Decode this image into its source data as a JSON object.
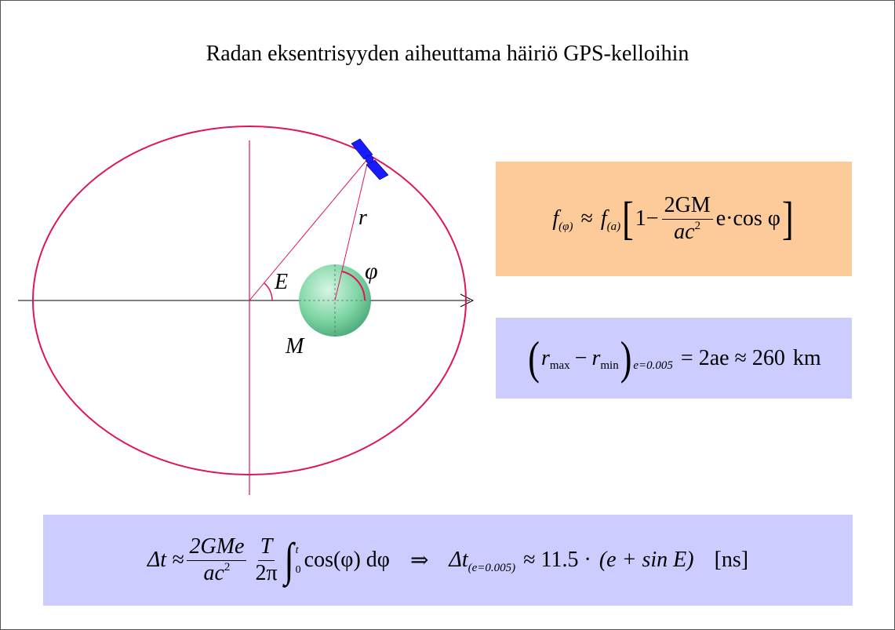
{
  "slide": {
    "title": "Radan eksentrisyyden aiheuttama häiriö GPS-kelloihin"
  },
  "diagram": {
    "labels": {
      "r": "r",
      "phi": "φ",
      "E": "E",
      "M": "M"
    },
    "colors": {
      "orbit": "#e0145a",
      "planet": "#7fd6a5",
      "satellite_panel": "#1a1aff",
      "axis": "#000000"
    }
  },
  "equations": {
    "frequency": {
      "f": "f",
      "phi_sub": "(φ)",
      "approx": "≈",
      "a_sub": "(a)",
      "one_minus": "1−",
      "num": "2GM",
      "den_ac": "ac",
      "den_exp": "2",
      "tail": "e·cos φ",
      "background": "#fccb99"
    },
    "radius": {
      "r": "r",
      "max": "max",
      "minus": "−",
      "min": "min",
      "cond": "e=0.005",
      "rhs": "= 2ae ≈ 260",
      "unit": "km",
      "background": "#ccccff"
    },
    "time": {
      "dt": "Δt ≈",
      "num": "2GMe",
      "den_ac": "ac",
      "den_exp": "2",
      "T": "T",
      "twopi": "2π",
      "integral": "∫",
      "lower": "0",
      "upper": "t",
      "integrand": "cos(φ) dφ",
      "implies": "⇒",
      "dt2": "Δt",
      "cond": "(e=0.005)",
      "approx": "≈ 11.5 ·",
      "expr": "(e + sin E)",
      "unit": "[ns]",
      "background": "#ccccff"
    }
  }
}
